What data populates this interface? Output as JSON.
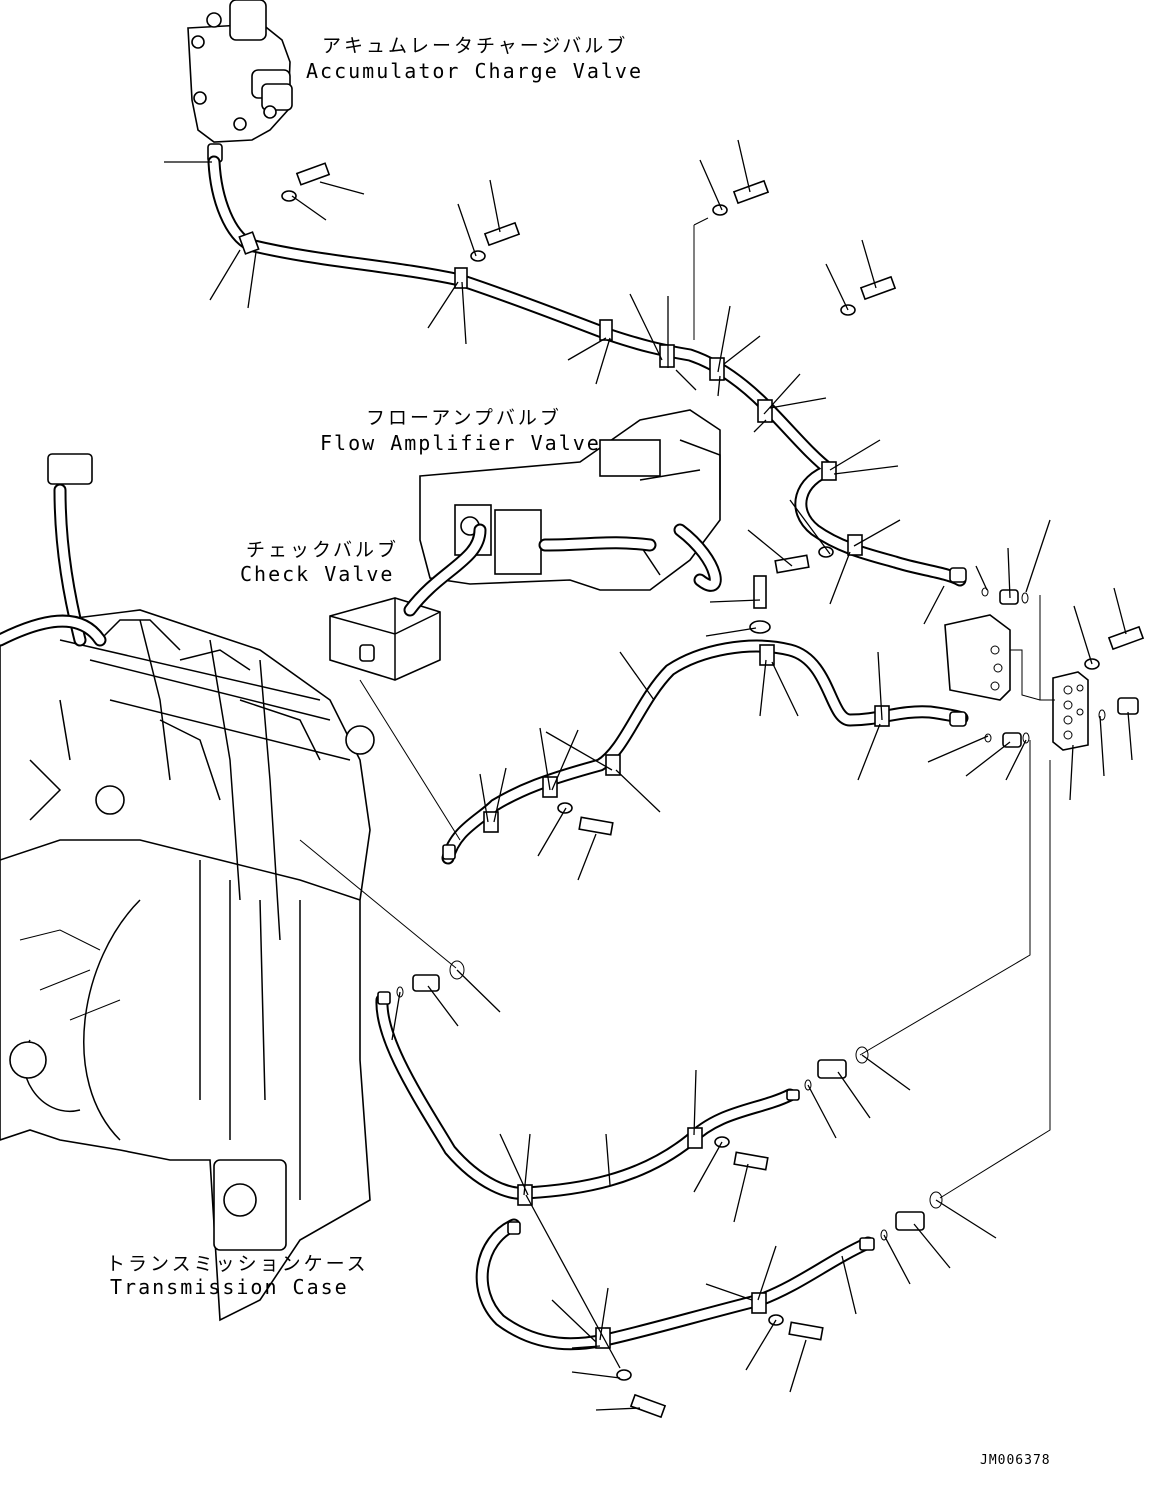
{
  "labels": {
    "accumulator_charge_valve": {
      "jp": "アキュムレータチャージバルブ",
      "en": "Accumulator Charge Valve"
    },
    "flow_amplifier_valve": {
      "jp": "フローアンプバルブ",
      "en": "Flow Amplifier Valve"
    },
    "check_valve": {
      "jp": "チェックバルブ",
      "en": "Check Valve"
    },
    "transmission_case": {
      "jp": "トランスミッションケース",
      "en": "Transmission Case"
    }
  },
  "drawing_code": "JM006378"
}
